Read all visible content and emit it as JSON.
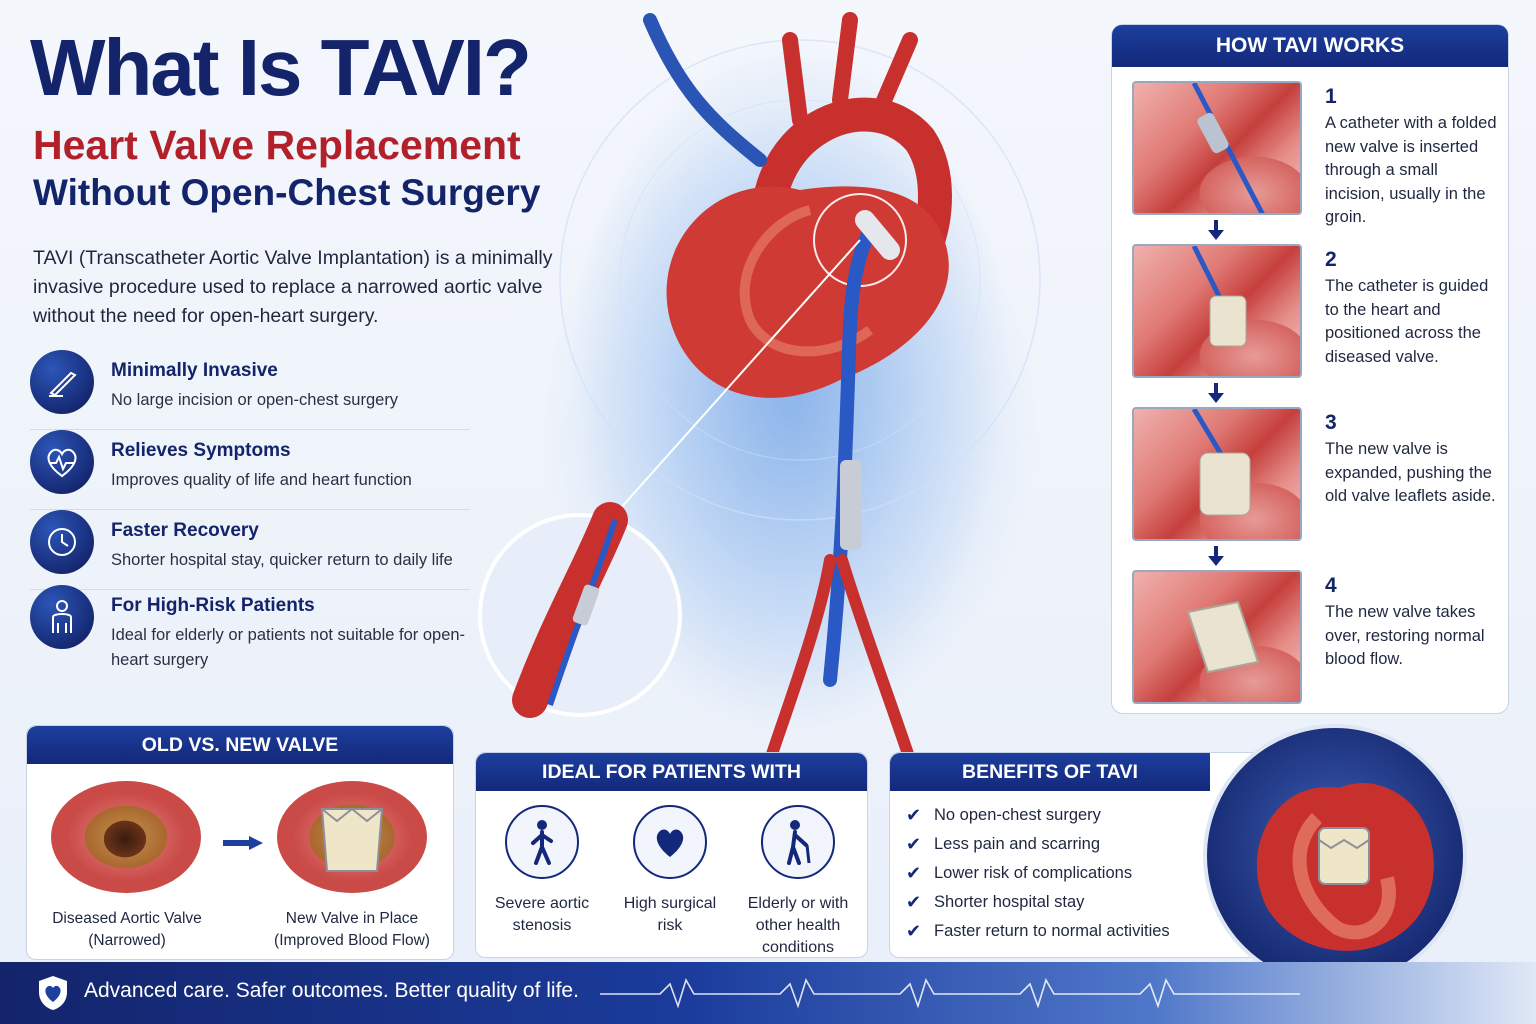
{
  "header": {
    "title": "What Is TAVI?",
    "subtitle_red": "Heart Valve Replacement",
    "subtitle_blue": "Without Open-Chest Surgery",
    "intro": "TAVI (Transcatheter Aortic Valve Implantation) is a minimally invasive procedure used to replace a narrowed aortic valve without the need for open-heart surgery."
  },
  "features": [
    {
      "icon": "scalpel-icon",
      "title": "Minimally Invasive",
      "desc": "No large incision or open-chest surgery"
    },
    {
      "icon": "heart-pulse-icon",
      "title": "Relieves Symptoms",
      "desc": "Improves quality of life and heart function"
    },
    {
      "icon": "clock-icon",
      "title": "Faster Recovery",
      "desc": "Shorter hospital stay, quicker return to daily life"
    },
    {
      "icon": "person-icon",
      "title": "For High-Risk Patients",
      "desc": "Ideal for elderly or patients not suitable for open-heart surgery"
    }
  ],
  "how": {
    "title": "HOW TAVI WORKS",
    "steps": [
      {
        "num": "1",
        "text": "A catheter with a folded new valve is inserted through a small incision, usually in the groin."
      },
      {
        "num": "2",
        "text": "The catheter is guided to the heart and positioned across the diseased valve."
      },
      {
        "num": "3",
        "text": "The new valve is expanded, pushing the old valve leaflets aside."
      },
      {
        "num": "4",
        "text": "The new valve takes over, restoring normal blood flow."
      }
    ]
  },
  "old_new": {
    "title": "OLD VS. NEW VALVE",
    "old_caption": "Diseased Aortic Valve (Narrowed)",
    "new_caption": "New Valve in Place (Improved Blood Flow)"
  },
  "ideal": {
    "title": "IDEAL FOR PATIENTS WITH",
    "items": [
      {
        "icon": "walking-person-icon",
        "label": "Severe aortic stenosis"
      },
      {
        "icon": "heart-icon",
        "label": "High surgical risk"
      },
      {
        "icon": "elderly-cane-icon",
        "label": "Elderly or with other health conditions"
      }
    ]
  },
  "benefits": {
    "title": "BENEFITS OF TAVI",
    "items": [
      "No open-chest surgery",
      "Less pain and scarring",
      "Lower risk of complications",
      "Shorter hospital stay",
      "Faster return to normal activities"
    ]
  },
  "footer": {
    "tagline": "Advanced care. Safer outcomes. Better quality of life."
  },
  "colors": {
    "navy": "#13246b",
    "red": "#b2202a",
    "blue": "#1d3f9e"
  }
}
